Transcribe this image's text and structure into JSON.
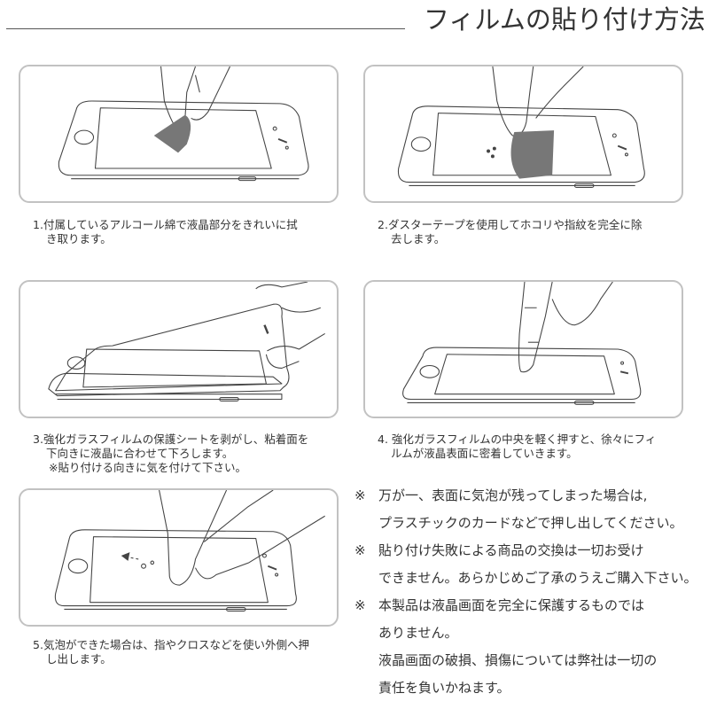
{
  "header": {
    "title": "フィルムの貼り付け方法"
  },
  "steps": [
    {
      "number": "1.",
      "lines": [
        "付属しているアルコール綿で液晶部分をきれいに拭",
        "き取ります。"
      ],
      "illustration": "finger-wiping-screen-with-alcohol-pad"
    },
    {
      "number": "2.",
      "lines": [
        "ダスターテープを使用してホコリや指紋を完全に除",
        "去します。"
      ],
      "illustration": "fingers-applying-dust-tape"
    },
    {
      "number": "3.",
      "lines": [
        "強化ガラスフィルムの保護シートを剥がし、粘着面を",
        "下向きに液晶に合わせて下ろします。",
        "※貼り付ける向きに気を付けて下さい。"
      ],
      "illustration": "hand-lowering-glass-film-onto-phone"
    },
    {
      "number": "4.",
      "lines": [
        "強化ガラスフィルムの中央を軽く押すと、徐々にフィ",
        "ルムが液晶表面に密着していきます。"
      ],
      "illustration": "finger-pressing-film-center"
    },
    {
      "number": "5.",
      "lines": [
        "気泡ができた場合は、指やクロスなどを使い外側へ押",
        "し出します。"
      ],
      "illustration": "fingers-pushing-bubbles-outward"
    }
  ],
  "notes": {
    "mark": "※",
    "items": [
      {
        "lines": [
          "万が一、表面に気泡が残ってしまった場合は,",
          "プラスチックのカードなどで押し出してください。"
        ]
      },
      {
        "lines": [
          "貼り付け失敗による商品の交換は一切お受け",
          "できません。あらかじめご了承のうえご購入下さい。"
        ]
      },
      {
        "lines": [
          "本製品は液晶画面を完全に保護するものでは",
          "ありません。",
          "液晶画面の破損、損傷については弊社は一切の",
          "責任を負いかねます。"
        ]
      }
    ]
  },
  "colors": {
    "panel_border": "#c2c2c2",
    "line_art": "#444444",
    "wipe_pad": "#777777",
    "text": "#333333"
  }
}
